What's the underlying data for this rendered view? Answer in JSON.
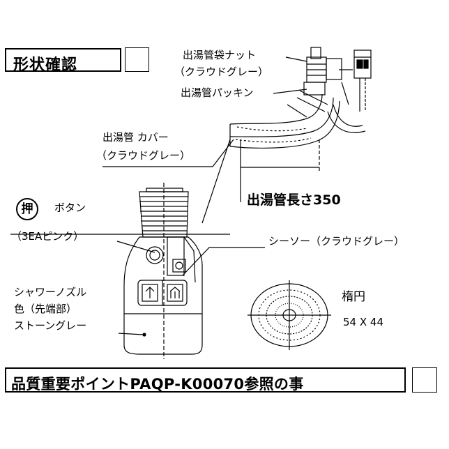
{
  "header": {
    "title": "形状確認"
  },
  "labels": {
    "nut_name": "出湯管袋ナット",
    "nut_color": "（クラウドグレー）",
    "packing": "出湯管パッキン",
    "cover_name": "出湯管 カバー",
    "cover_color": "（クラウドグレー）",
    "push_symbol": "押",
    "button": "ボタン",
    "button_color": "（3EAピンク）",
    "pipe_length": "出湯管長さ350",
    "seesaw": "シーソー（クラウドグレー）",
    "nozzle_line1": "シャワーノズル",
    "nozzle_line2": "色（先端部）",
    "nozzle_line3": "ストーングレー",
    "ellipse_name": "楕円",
    "ellipse_size": "54 X 44"
  },
  "footer": {
    "note": "品質重要ポイントPAQP-K00070参照の事"
  },
  "colors": {
    "ink": "#000000",
    "paper": "#ffffff"
  }
}
